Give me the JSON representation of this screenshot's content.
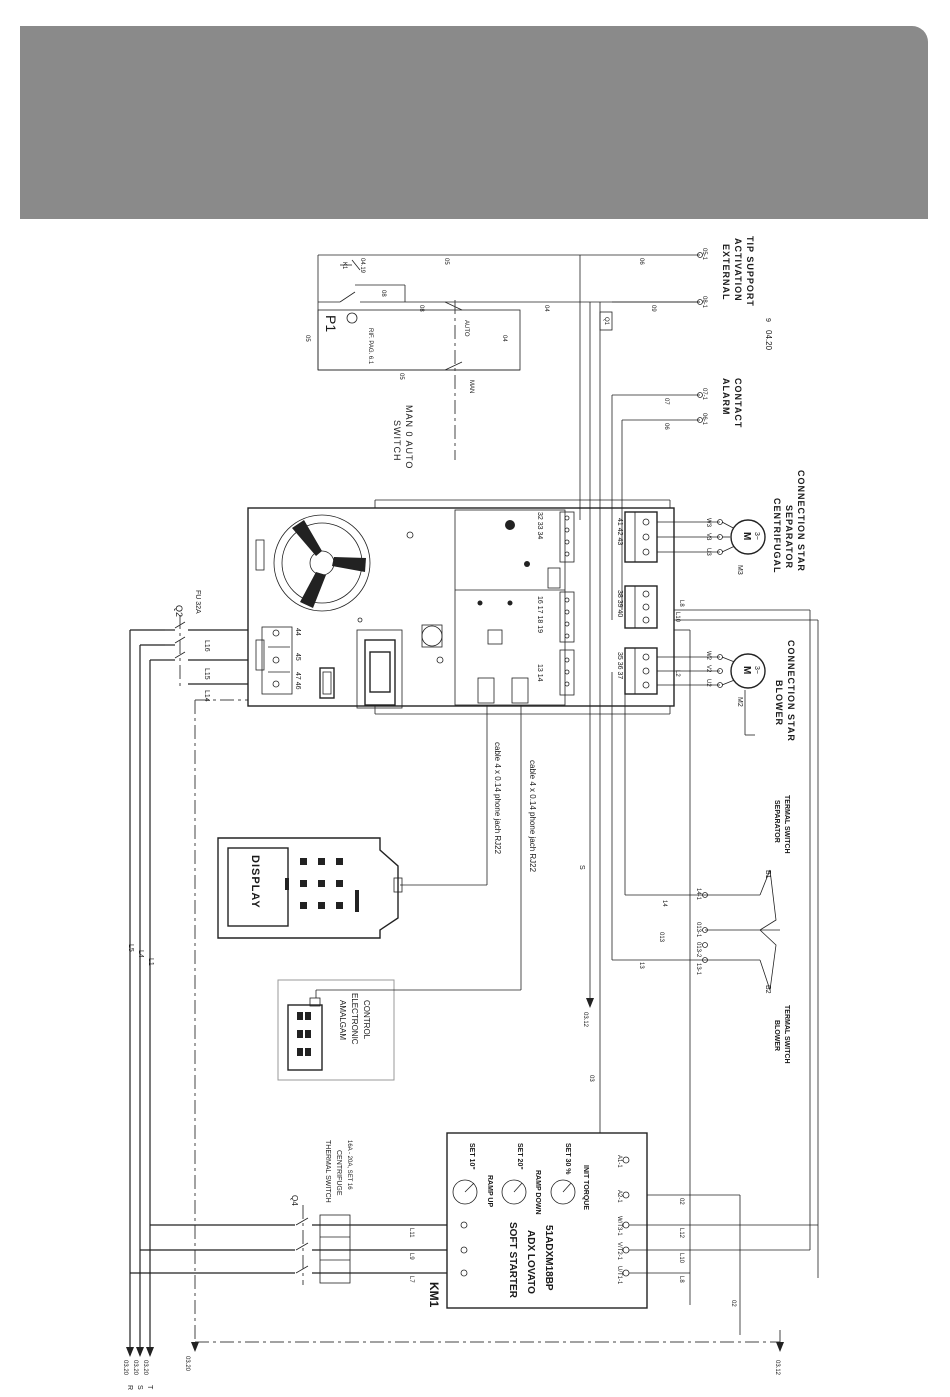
{
  "labels": {
    "p1_title": "P1",
    "p1_ref": "RIF. PAG. 6.1",
    "k1_ref": "04.19",
    "k1_label": "K1",
    "switch_label_line1": "SWITCH",
    "switch_label_line2": "MAN  0  AUTO",
    "auto_label": "AUTO",
    "man_label": "MAN",
    "external_line1": "EXTERNAL",
    "external_line2": "ACTIVATION",
    "external_line3": "TIP SUPPORT",
    "page_ref_number": "9",
    "page_ref": "04.20",
    "alarm_line1": "ALARM",
    "alarm_line2": "CONTACT",
    "centrifugal_line1": "CENTRIFUGAL",
    "centrifugal_line2": "SEPARATOR",
    "centrifugal_line3": "CONNECTION STAR",
    "blower_line1": "BLOWER",
    "blower_line2": "CONNECTION STAR",
    "separator_switch_line1": "SEPARATOR",
    "separator_switch_line2": "TERMAL SWITCH",
    "blower_switch_line1": "BLOWER",
    "blower_switch_line2": "TERMAL SWITCH",
    "display": "DISPLAY",
    "cable1": "cable 4 x 0.14 phone jach RJ22",
    "cable2": "cable 4 x 0.14 phone jach RJ22",
    "amalgam_line1": "AMALGAM",
    "amalgam_line2": "ELECTRONIC",
    "amalgam_line3": "CONTROL",
    "thermal_line1": "THERMAL SWITCH",
    "thermal_line2": "CENTRIFUGE",
    "thermal_line3": "16A - 20A, SET 16",
    "q4": "Q4",
    "q2": "Q2",
    "fu": "FU 32A",
    "km1": "KM1",
    "soft_line1": "SOFT STARTER",
    "soft_line2": "ADX LOVATO",
    "soft_line3": "51ADXM18BP",
    "set10": "SET 10\"",
    "ramp_up": "RAMP UP",
    "set20": "SET 20\"",
    "ramp_down": "RAMP DOWN",
    "set30": "SET 30 %",
    "init_torque": "INIT TORQUE",
    "m2": "M2",
    "m3": "M3",
    "motor": "M",
    "phase": "3~",
    "b1": "B1",
    "b2": "B2",
    "l1": "L1",
    "l4": "L4",
    "l5": "L5"
  },
  "terminal_groups": [
    "44",
    "45",
    "47 46",
    "13 14",
    "16 17 18 19",
    "32 33 34",
    "35 36 37",
    "38 39 40",
    "41 42 43"
  ],
  "wire_labels": [
    "05",
    "06",
    "08",
    "04",
    "05",
    "05",
    "04",
    "08",
    "09",
    "Q1",
    "07",
    "06",
    "14",
    "013",
    "13",
    "S",
    "03",
    "S",
    "02",
    "02",
    "L7",
    "L9",
    "L11",
    "L8",
    "L10",
    "L12",
    "L14",
    "L15",
    "L16",
    "L2",
    "L10",
    "L8"
  ],
  "terminal_tags": [
    "05-1",
    "08-1",
    "07-1",
    "06-1",
    "14-1",
    "013-1",
    "013-2",
    "13-1",
    "A1-1",
    "A2-1",
    "U/T1-1",
    "V/T2-1",
    "W/T3-1",
    "U2",
    "V2",
    "W2",
    "U3",
    "V3",
    "W3"
  ],
  "off_page_refs": [
    "03.20",
    "03.20",
    "03.20",
    "03.20",
    "03.12",
    "03.12",
    "03.20"
  ],
  "phase_letters": [
    "R",
    "S",
    "T"
  ]
}
